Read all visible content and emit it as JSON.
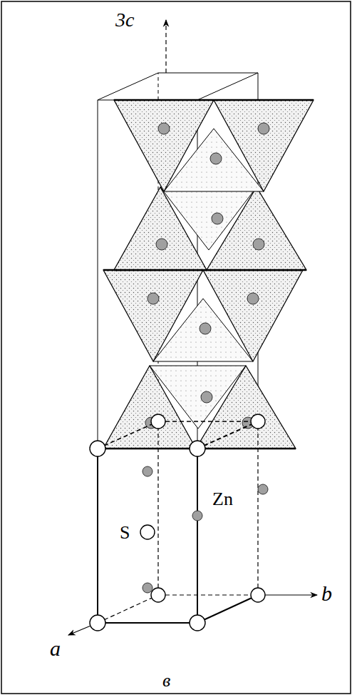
{
  "diagram": {
    "labels": [
      "3c",
      "Zn",
      "S",
      "a",
      "b",
      "в"
    ]
  }
}
